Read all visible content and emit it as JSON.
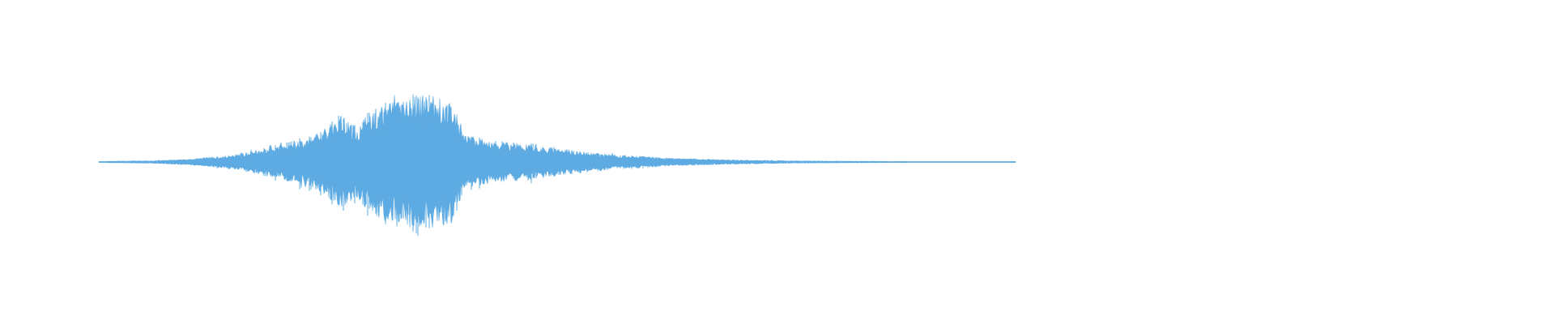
{
  "waveform": {
    "color": "#5dabe2",
    "background": "#ffffff",
    "envelope": [
      [
        0.0,
        0.0
      ],
      [
        0.01,
        0.012
      ],
      [
        0.06,
        0.02
      ],
      [
        0.1,
        0.045
      ],
      [
        0.15,
        0.11
      ],
      [
        0.2,
        0.26
      ],
      [
        0.24,
        0.43
      ],
      [
        0.265,
        0.7
      ],
      [
        0.28,
        0.52
      ],
      [
        0.3,
        0.8
      ],
      [
        0.33,
        0.92
      ],
      [
        0.36,
        1.0
      ],
      [
        0.385,
        0.9
      ],
      [
        0.4,
        0.4
      ],
      [
        0.43,
        0.3
      ],
      [
        0.47,
        0.27
      ],
      [
        0.5,
        0.2
      ],
      [
        0.56,
        0.11
      ],
      [
        0.62,
        0.06
      ],
      [
        0.68,
        0.035
      ],
      [
        0.76,
        0.018
      ],
      [
        0.85,
        0.01
      ],
      [
        0.92,
        0.006
      ],
      [
        1.0,
        0.003
      ]
    ]
  }
}
